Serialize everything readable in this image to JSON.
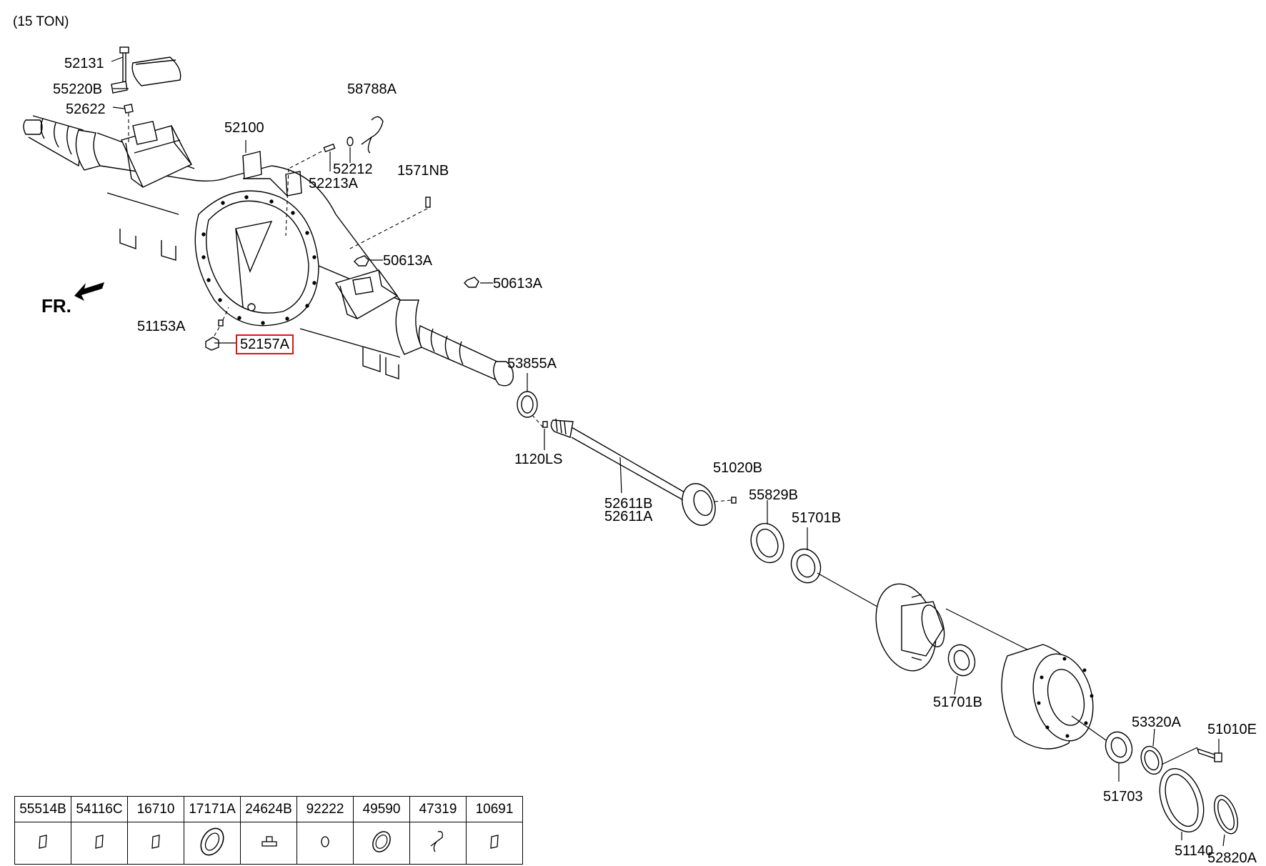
{
  "header": {
    "title": "(15 TON)"
  },
  "front_marker": {
    "label": "FR."
  },
  "parts": [
    {
      "id": "52131",
      "label": "52131"
    },
    {
      "id": "55220B",
      "label": "55220B"
    },
    {
      "id": "52622",
      "label": "52622"
    },
    {
      "id": "52100",
      "label": "52100"
    },
    {
      "id": "58788A",
      "label": "58788A"
    },
    {
      "id": "52212",
      "label": "52212"
    },
    {
      "id": "52213A",
      "label": "52213A"
    },
    {
      "id": "1571NB",
      "label": "1571NB"
    },
    {
      "id": "50613A_1",
      "label": "50613A"
    },
    {
      "id": "50613A_2",
      "label": "50613A"
    },
    {
      "id": "51153A",
      "label": "51153A"
    },
    {
      "id": "52157A",
      "label": "52157A",
      "highlighted": true
    },
    {
      "id": "53855A",
      "label": "53855A"
    },
    {
      "id": "1120LS",
      "label": "1120LS"
    },
    {
      "id": "51020B",
      "label": "51020B"
    },
    {
      "id": "52611B",
      "label": "52611B"
    },
    {
      "id": "52611A",
      "label": "52611A"
    },
    {
      "id": "55829B",
      "label": "55829B"
    },
    {
      "id": "51701B_1",
      "label": "51701B"
    },
    {
      "id": "51701B_2",
      "label": "51701B"
    },
    {
      "id": "53320A",
      "label": "53320A"
    },
    {
      "id": "51010E",
      "label": "51010E"
    },
    {
      "id": "51703",
      "label": "51703"
    },
    {
      "id": "51140",
      "label": "51140"
    },
    {
      "id": "52820A",
      "label": "52820A"
    }
  ],
  "legend": [
    {
      "code": "55514B",
      "icon": "plug-icon"
    },
    {
      "code": "54116C",
      "icon": "plug-icon"
    },
    {
      "code": "16710",
      "icon": "plug-icon"
    },
    {
      "code": "17171A",
      "icon": "seal-ring-icon"
    },
    {
      "code": "24624B",
      "icon": "bolt-icon"
    },
    {
      "code": "92222",
      "icon": "small-ring-icon"
    },
    {
      "code": "49590",
      "icon": "washer-icon"
    },
    {
      "code": "47319",
      "icon": "clip-icon"
    },
    {
      "code": "10691",
      "icon": "plug-icon"
    }
  ],
  "colors": {
    "highlight": "#e0101e",
    "line": "#000000",
    "background": "#ffffff"
  }
}
